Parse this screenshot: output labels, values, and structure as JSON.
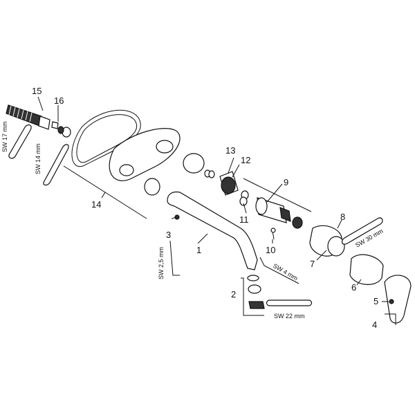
{
  "callouts": {
    "c1": "1",
    "c2": "2",
    "c3": "3",
    "c4": "4",
    "c5": "5",
    "c6": "6",
    "c7": "7",
    "c8": "8",
    "c9": "9",
    "c10": "10",
    "c11": "11",
    "c12": "12",
    "c13": "13",
    "c14": "14",
    "c15": "15",
    "c16": "16"
  },
  "tools": {
    "sw17": "SW 17 mm",
    "sw14": "SW 14 mm",
    "sw30": "SW 30 mm",
    "sw25": "SW 2,5 mm",
    "sw4": "SW 4 mm",
    "sw22": "SW 22 mm"
  }
}
